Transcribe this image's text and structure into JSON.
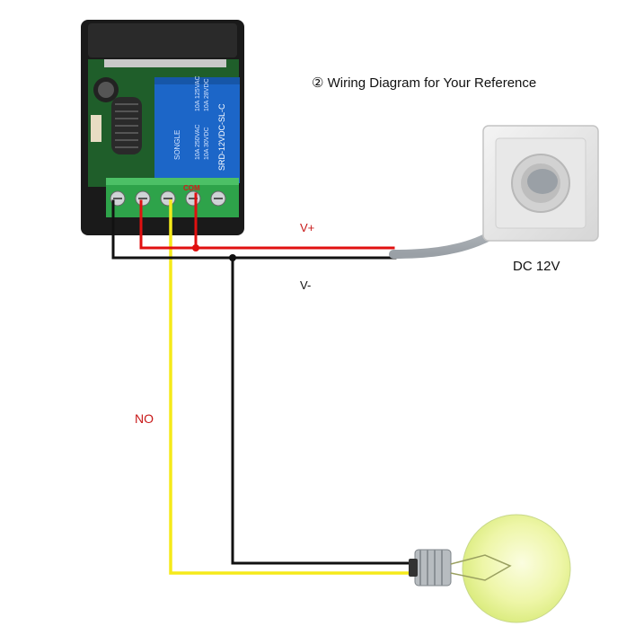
{
  "title": "② Wiring Diagram for Your Reference",
  "labels": {
    "v_plus": "V+",
    "v_minus": "V-",
    "no": "NO",
    "dc": "DC 12V",
    "com": "COM"
  },
  "relay_text": {
    "brand": "SONGLE",
    "model": "SRD-12VDC-SL-C",
    "ratings": [
      "10A 250VAC",
      "10A 125VAC",
      "10A 30VDC",
      "10A 28VDC"
    ]
  },
  "colors": {
    "wire_red": "#e01010",
    "wire_black": "#111111",
    "wire_yellow": "#f5ea1a",
    "relay_blue": "#1c66c8",
    "terminal_green": "#2ea34a",
    "case_black": "#1a1a1a",
    "pcb_green": "#1f5e2a"
  }
}
